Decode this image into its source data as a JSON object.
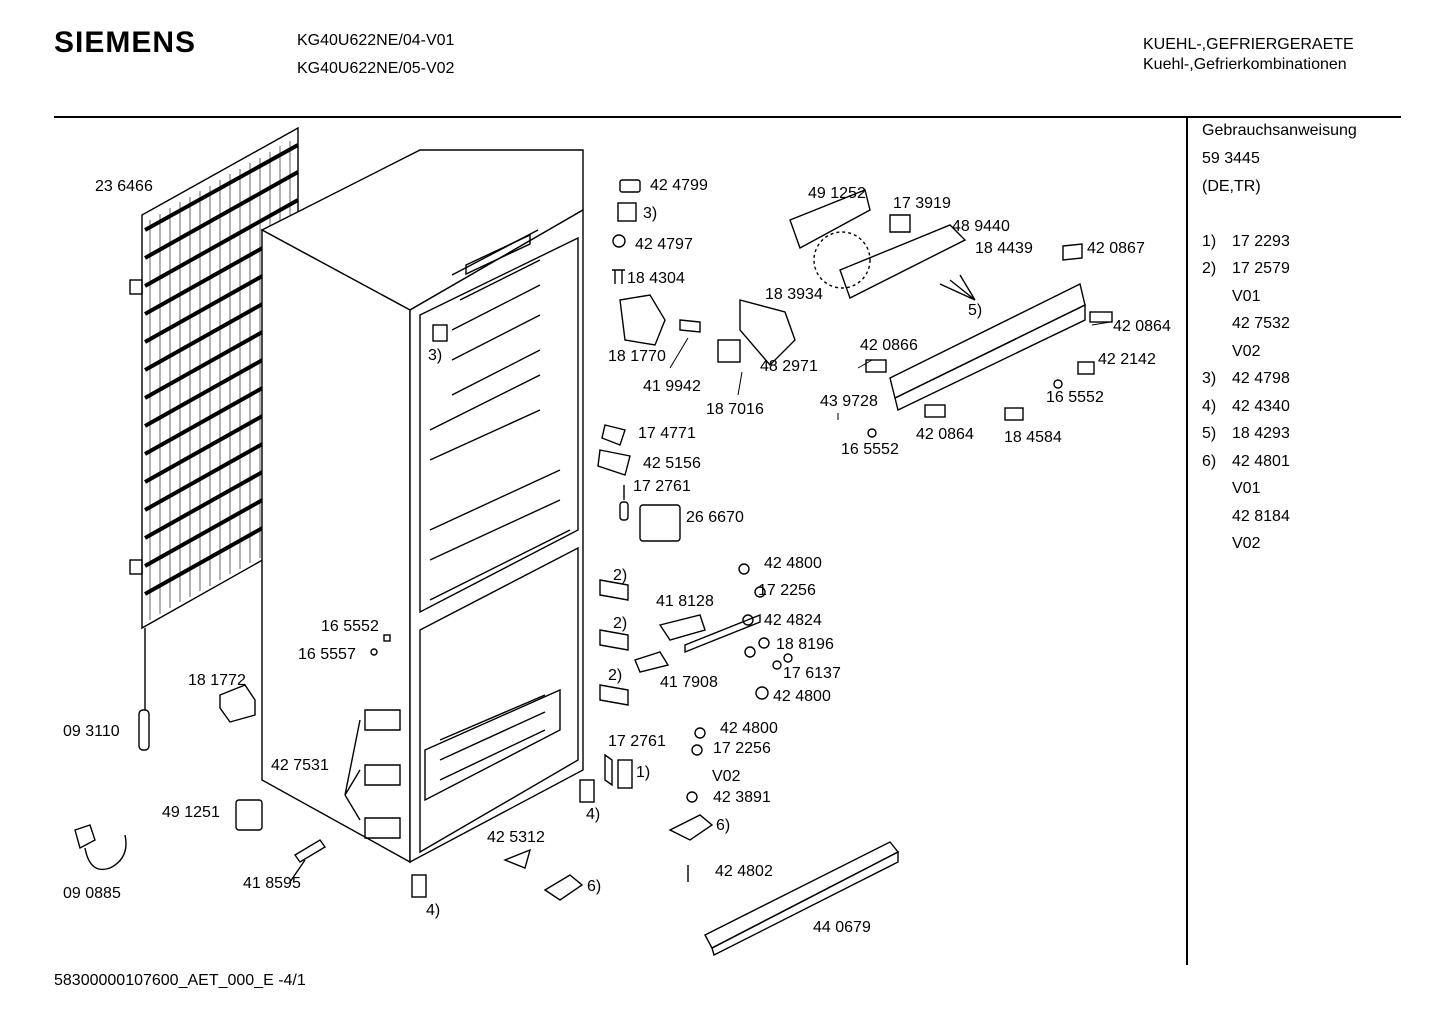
{
  "header": {
    "brand": "SIEMENS",
    "model_lines": [
      "KG40U622NE/04-V01",
      "KG40U622NE/05-V02"
    ],
    "category_lines": [
      "KUEHL-,GEFRIERGERAETE",
      "Kuehl-,Gefrierkombinationen"
    ]
  },
  "sidebar": {
    "title": "Gebrauchsanweisung",
    "number": "59 3445",
    "langs": "(DE,TR)",
    "notes": [
      {
        "k": "1)",
        "v": "17 2293"
      },
      {
        "k": "2)",
        "v": "17 2579"
      },
      {
        "k": "",
        "v": "V01"
      },
      {
        "k": "",
        "v": "42 7532"
      },
      {
        "k": "",
        "v": "V02"
      },
      {
        "k": "3)",
        "v": "42 4798"
      },
      {
        "k": "4)",
        "v": "42 4340"
      },
      {
        "k": "5)",
        "v": "18 4293"
      },
      {
        "k": "6)",
        "v": "42 4801"
      },
      {
        "k": "",
        "v": "V01"
      },
      {
        "k": "",
        "v": "42 8184"
      },
      {
        "k": "",
        "v": "V02"
      }
    ]
  },
  "labels": {
    "p236466": "23 6466",
    "p424799": "42 4799",
    "n3a": "3)",
    "p424797": "42 4797",
    "p184304": "18 4304",
    "p491252": "49 1252",
    "p173919": "17 3919",
    "p489440": "48 9440",
    "p184439": "18 4439",
    "p420867": "42 0867",
    "p183934": "18 3934",
    "n5": "5)",
    "p420864a": "42 0864",
    "p181770": "18 1770",
    "p419942": "41 9942",
    "p482971": "48 2971",
    "p187016": "18 7016",
    "p420866": "42 0866",
    "p422142": "42 2142",
    "p439728": "43 9728",
    "p165552a": "16 5552",
    "p420864b": "42 0864",
    "p184584": "18 4584",
    "p165552b": "16 5552",
    "n3b": "3)",
    "p174771": "17 4771",
    "p425156": "42 5156",
    "p172761a": "17 2761",
    "p266670": "26 6670",
    "p424800a": "42 4800",
    "p172256a": "17 2256",
    "n2a": "2)",
    "p418128": "41 8128",
    "p424824": "42 4824",
    "n2b": "2)",
    "p188196": "18 8196",
    "p165552c": "16 5552",
    "p165557": "16 5557",
    "p176137": "17 6137",
    "n2c": "2)",
    "p417908": "41 7908",
    "p424800b": "42 4800",
    "p181772": "18 1772",
    "p424800c": "42 4800",
    "p172256b": "17 2256",
    "p172761b": "17 2761",
    "n1": "1)",
    "v02": "V02",
    "p423891": "42 3891",
    "p093110": "09 3110",
    "p427531": "42 7531",
    "n4a": "4)",
    "n6a": "6)",
    "p491251": "49 1251",
    "p425312": "42 5312",
    "n6b": "6)",
    "p424802": "42 4802",
    "p090885": "09 0885",
    "p418595": "41 8595",
    "n4b": "4)",
    "p440679": "44 0679"
  },
  "footer": {
    "code": "58300000107600_AET_000_E -4/1"
  }
}
